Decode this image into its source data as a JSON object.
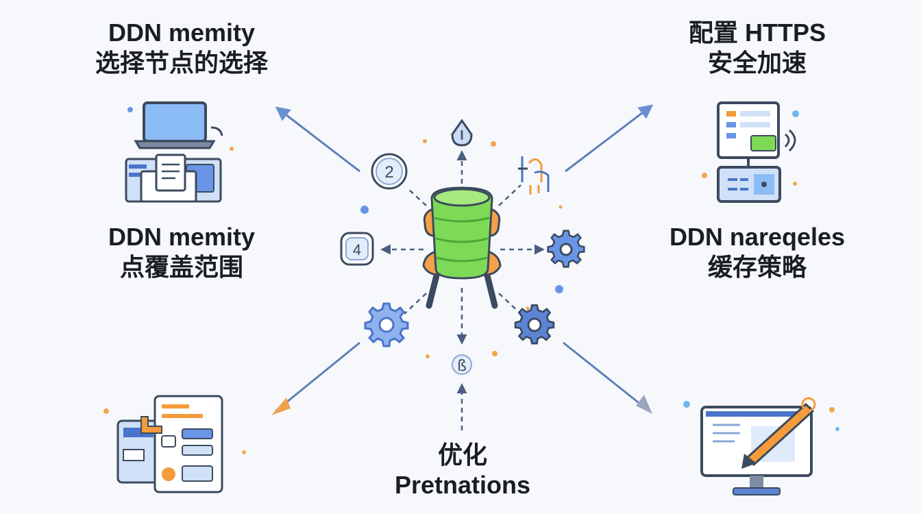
{
  "labels": {
    "top_left": {
      "line1": "DDN memity",
      "line2": "选择节点的选择"
    },
    "mid_left": {
      "line1": "DDN memity",
      "line2": "点覆盖范围"
    },
    "top_right": {
      "line1": "配置 HTTPS",
      "line2": "安全加速"
    },
    "mid_right": {
      "line1": "DDN nareqeles",
      "line2": "缓存策略"
    },
    "bottom": {
      "line1": "优化",
      "line2": "Pretnations"
    }
  },
  "badges": {
    "left_upper": "2",
    "left_mid": "4",
    "bottom_glyph": "ß"
  },
  "colors": {
    "arrow": "#5a7bb5",
    "node_green": "#7ed957",
    "node_orange": "#f5a04a",
    "icon_blue": "#4a74c9",
    "icon_light_blue": "#cfe0f7",
    "accent_orange": "#f59b3c",
    "outline": "#3b4a5e"
  }
}
